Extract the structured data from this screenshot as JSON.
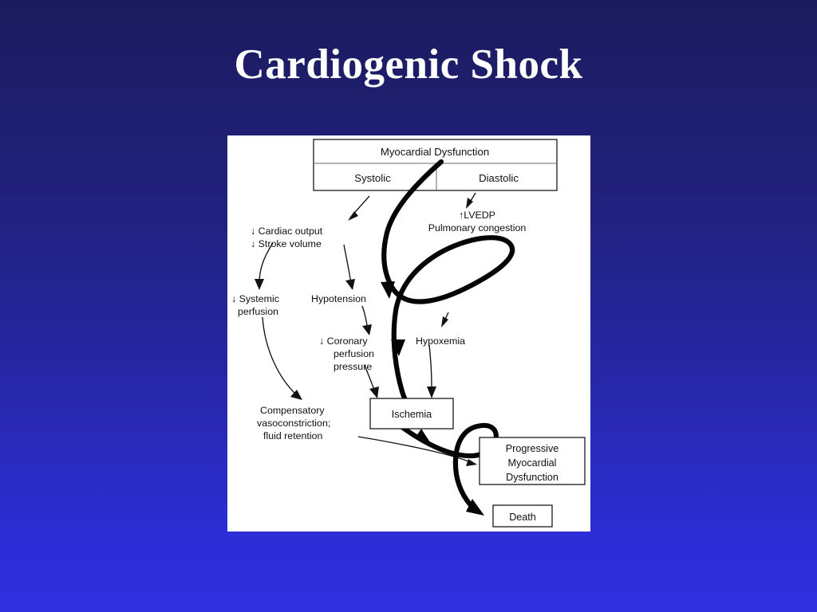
{
  "slide": {
    "title": "Cardiogenic Shock",
    "background_top_color": "#1b1b5e",
    "background_bottom_color": "#3030e0",
    "panel_background_color": "#ffffff"
  },
  "diagram": {
    "type": "flowchart",
    "top_box": {
      "header": "Myocardial Dysfunction",
      "left_cell": "Systolic",
      "right_cell": "Diastolic"
    },
    "nodes": [
      {
        "id": "cardiac-output",
        "line1": "↓ Cardiac output",
        "line2": "↓ Stroke volume"
      },
      {
        "id": "lvedp",
        "line1": "↑LVEDP",
        "line2": "Pulmonary congestion"
      },
      {
        "id": "systemic-perfusion",
        "line1": "↓ Systemic",
        "line2": "perfusion"
      },
      {
        "id": "hypotension",
        "line1": "Hypotension"
      },
      {
        "id": "coronary-perfusion-pressure",
        "line1": "↓ Coronary",
        "line2": "perfusion",
        "line3": "pressure"
      },
      {
        "id": "hypoxemia",
        "line1": "Hypoxemia"
      },
      {
        "id": "compensatory",
        "line1": "Compensatory",
        "line2": "vasoconstriction;",
        "line3": "fluid retention"
      }
    ],
    "boxes": [
      {
        "id": "ischemia",
        "line1": "Ischemia"
      },
      {
        "id": "progressive-myocardial-dysfunction",
        "line1": "Progressive",
        "line2": "Myocardial",
        "line3": "Dysfunction"
      },
      {
        "id": "death",
        "line1": "Death"
      }
    ]
  }
}
